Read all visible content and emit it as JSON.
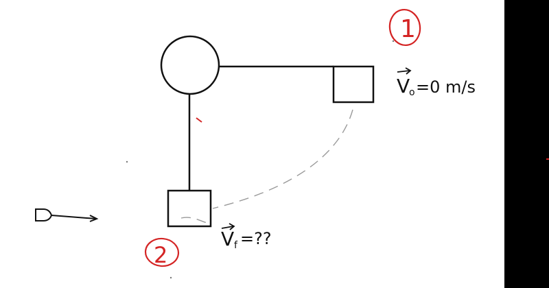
{
  "labels": {
    "state1_number": "1",
    "state2_number": "2",
    "initial_velocity_symbol": "V",
    "initial_velocity_subscript": "o",
    "initial_velocity_value": "=0 m/s",
    "final_velocity_symbol": "V",
    "final_velocity_subscript": "f",
    "final_velocity_value": "=??"
  },
  "colors": {
    "ink": "#111111",
    "annotation": "#d42424",
    "path": "#9a9a9a",
    "right_bar": "#000000"
  }
}
